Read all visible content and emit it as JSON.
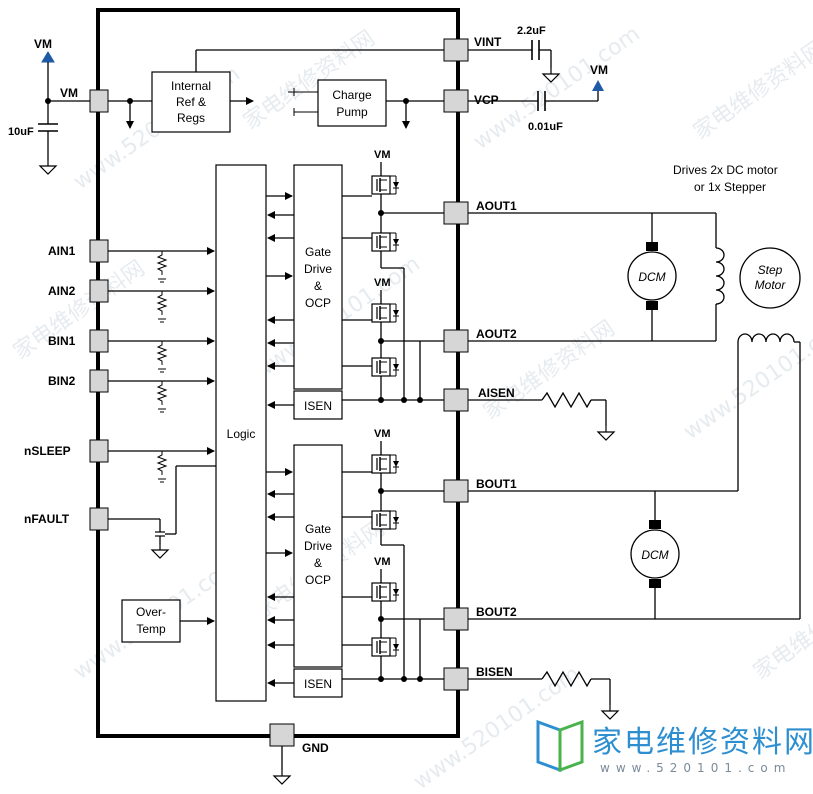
{
  "pins": {
    "vm": "VM",
    "vint": "VINT",
    "vcp": "VCP",
    "ain1": "AIN1",
    "ain2": "AIN2",
    "bin1": "BIN1",
    "bin2": "BIN2",
    "nsleep": "nSLEEP",
    "nfault": "nFAULT",
    "aout1": "AOUT1",
    "aout2": "AOUT2",
    "aisen": "AISEN",
    "bout1": "BOUT1",
    "bout2": "BOUT2",
    "bisen": "BISEN",
    "gnd": "GND"
  },
  "blocks": {
    "internal_ref_1": "Internal",
    "internal_ref_2": "Ref &",
    "internal_ref_3": "Regs",
    "charge_pump_1": "Charge",
    "charge_pump_2": "Pump",
    "logic": "Logic",
    "gate_drive_1": "Gate",
    "gate_drive_2": "Drive",
    "gate_drive_3": "&",
    "gate_drive_4": "OCP",
    "isen": "ISEN",
    "overtemp_1": "Over-",
    "overtemp_2": "Temp"
  },
  "external": {
    "vm_left": "VM",
    "vm_right": "VM",
    "cap_10uf": "10uF",
    "cap_2_2uf": "2.2uF",
    "cap_0_01uf": "0.01uF",
    "fet_vm": "VM",
    "dcm": "DCM",
    "step_motor_1": "Step",
    "step_motor_2": "Motor",
    "drives_1": "Drives 2x DC motor",
    "drives_2": "or 1x Stepper"
  },
  "watermark": {
    "site": "www.520101.com",
    "cn": "家电维修资料网",
    "logo_cn": "家电维修资料网",
    "logo_url": "www.520101.com"
  },
  "colors": {
    "arrow_blue": "#1f5aa8",
    "pad_gray": "#d6d6d6",
    "logo_blue": "#2e8fd0",
    "watermark": "#c9d3dc"
  }
}
